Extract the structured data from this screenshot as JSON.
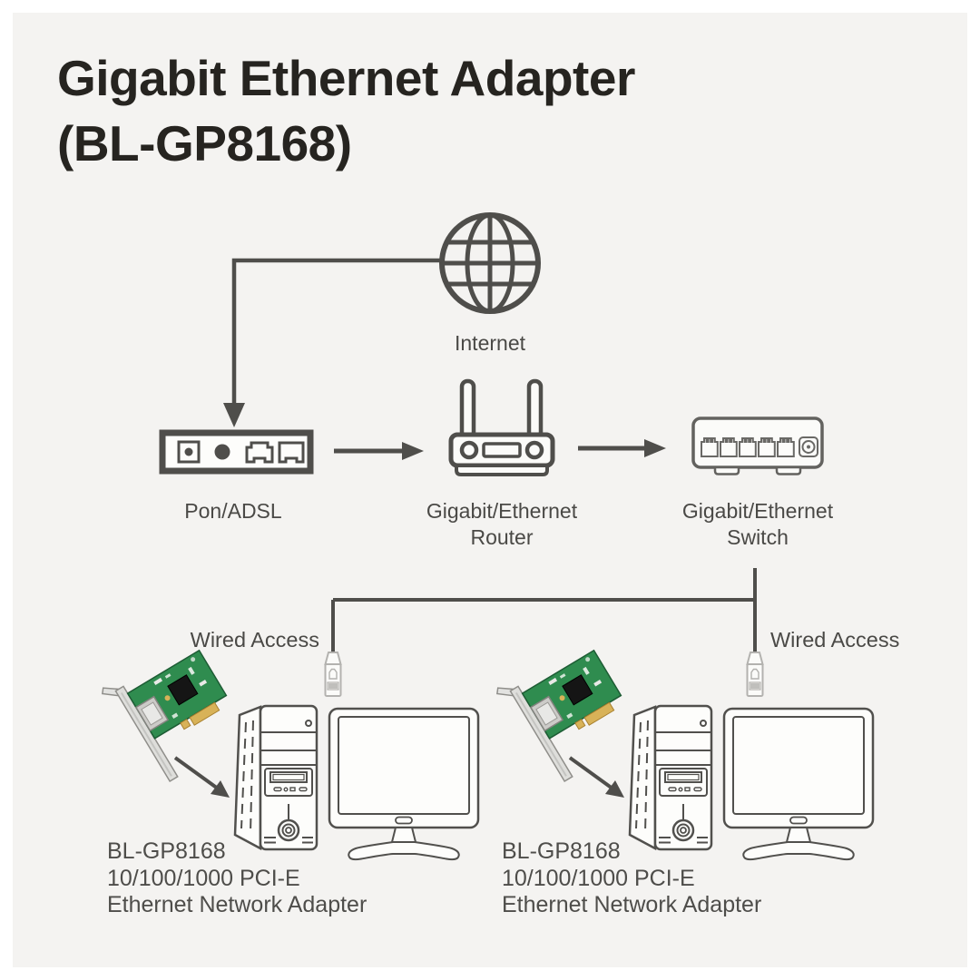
{
  "title": {
    "line1": "Gigabit Ethernet Adapter",
    "line2": "(BL-GP8168)"
  },
  "network": {
    "internet_label": "Internet",
    "modem_label": "Pon/ADSL",
    "router_label_line1": "Gigabit/Ethernet",
    "router_label_line2": "Router",
    "switch_label_line1": "Gigabit/Ethernet",
    "switch_label_line2": "Switch"
  },
  "access": {
    "left_label": "Wired Access",
    "right_label": "Wired Access"
  },
  "adapter_left": {
    "model": "BL-GP8168",
    "speed": "10/100/1000 PCI-E",
    "type": "Ethernet Network Adapter"
  },
  "adapter_right": {
    "model": "BL-GP8168",
    "speed": "10/100/1000 PCI-E",
    "type": "Ethernet Network Adapter"
  },
  "icons": {
    "internet": "globe-icon",
    "modem": "modem-icon",
    "router": "router-icon",
    "switch": "switch-icon",
    "connector": "rj45-plug-icon",
    "adapter_card": "pcie-card-icon",
    "desktop": "tower-pc-icon",
    "display": "monitor-icon",
    "flow": "arrow-icon"
  },
  "colors": {
    "background": "#f4f3f1",
    "frame": "#ffffff",
    "title_text": "#262420",
    "label_text": "#4a4946",
    "line_dark": "#4f4e4b",
    "outline_light": "#63625f",
    "plug_outline": "#b3b2af",
    "pcb_green": "#2f8c4f",
    "gold": "#d8b258"
  }
}
